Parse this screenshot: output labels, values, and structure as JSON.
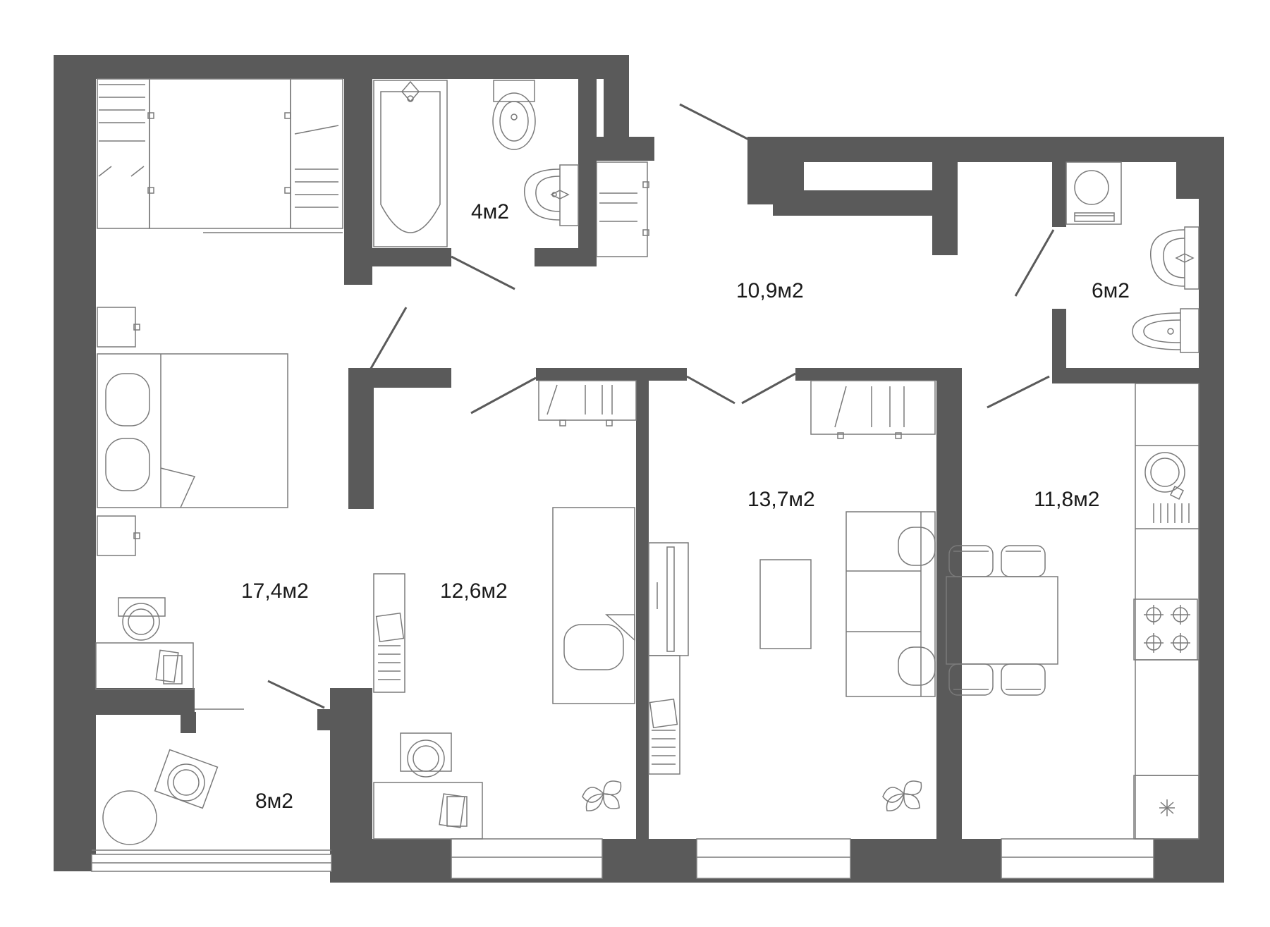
{
  "colors": {
    "wall": "#5a5a5a",
    "line": "#7a7a7a",
    "background": "#ffffff"
  },
  "rooms": [
    {
      "id": "bathroom",
      "area": "4м2"
    },
    {
      "id": "hallway",
      "area": "10,9м2"
    },
    {
      "id": "wc",
      "area": "6м2"
    },
    {
      "id": "bedroom",
      "area": "17,4м2"
    },
    {
      "id": "room-1",
      "area": "12,6м2"
    },
    {
      "id": "living-room",
      "area": "13,7м2"
    },
    {
      "id": "kitchen",
      "area": "11,8м2"
    },
    {
      "id": "balcony",
      "area": "8м2"
    }
  ]
}
